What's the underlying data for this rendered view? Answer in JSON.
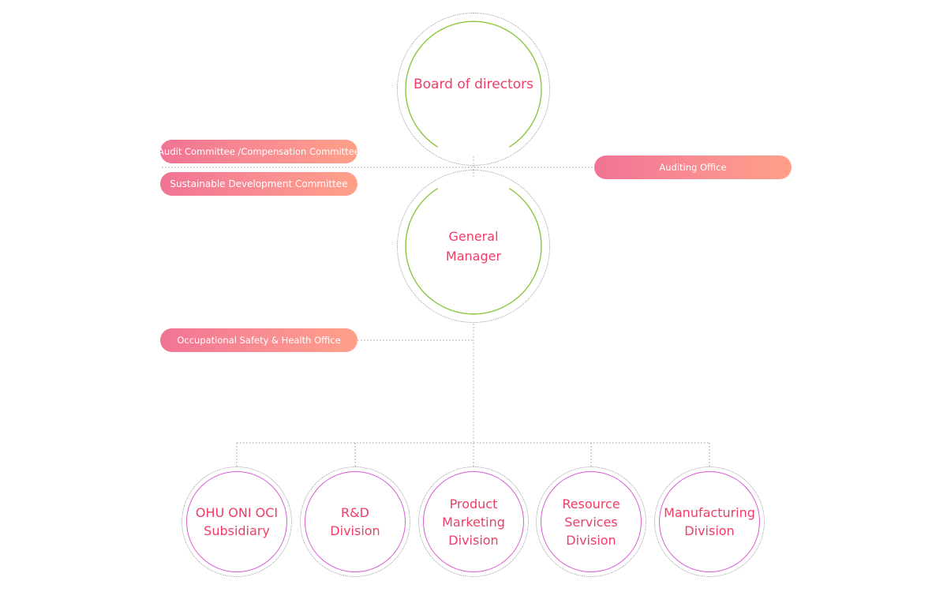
{
  "board": {
    "label": "Board of directors"
  },
  "general_manager": {
    "line1": "General",
    "line2": "Manager"
  },
  "committees": {
    "audit": "Audit Committee /Compensation Committee",
    "sustainable": "Sustainable Development Committee"
  },
  "auditing_office": "Auditing Office",
  "safety_office": "Occupational Safety & Health Office",
  "divisions": [
    {
      "line1": "OHU ONI OCI",
      "line2": "Subsidiary",
      "line3": ""
    },
    {
      "line1": "R&D",
      "line2": "Division",
      "line3": ""
    },
    {
      "line1": "Product",
      "line2": "Marketing",
      "line3": "Division"
    },
    {
      "line1": "Resource",
      "line2": "Services",
      "line3": "Division"
    },
    {
      "line1": "Manufacturing",
      "line2": "Division",
      "line3": ""
    }
  ],
  "colors": {
    "text": "#ee3d66",
    "green_ring": "#8dc63f",
    "magenta_ring": "#d85ad4",
    "pill_start": "#f27394",
    "pill_end": "#ffa088"
  }
}
